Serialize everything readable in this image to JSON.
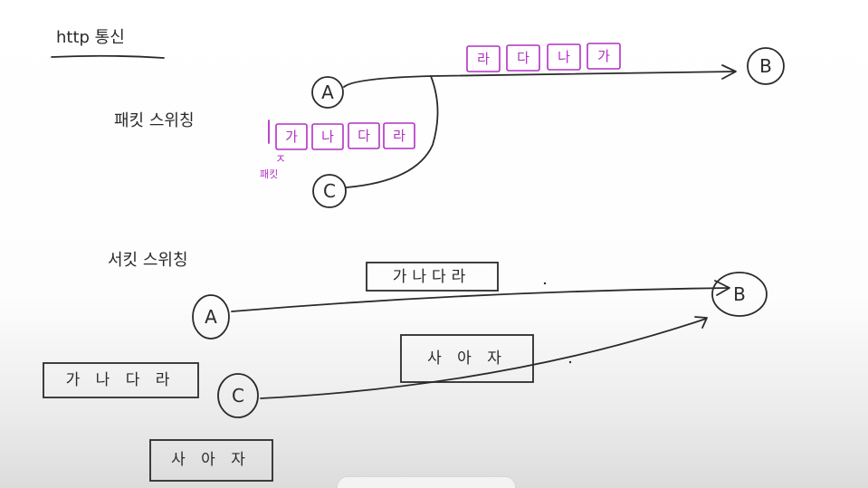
{
  "title": "http 통신",
  "packet_switching": {
    "label": "패킷 스위칭",
    "nodes": {
      "a": "A",
      "b": "B",
      "c": "C"
    },
    "top_chunks": [
      "라",
      "다",
      "나",
      "가"
    ],
    "queued_chunks": [
      "가",
      "나",
      "다",
      "라"
    ],
    "arrow_glyph": "ㅈ",
    "packet_note": "패킷"
  },
  "circuit_switching": {
    "label": "서킷 스위칭",
    "nodes": {
      "a": "A",
      "b": "B",
      "c": "C"
    },
    "line_message_top": "가나다라",
    "line_message_bottom": "사 아 자",
    "source_box_1": "가 나 다 라",
    "source_box_2": "사 아 자"
  },
  "colors": {
    "ink": "#2a2a2a",
    "marker_purple": "#b230c4"
  }
}
